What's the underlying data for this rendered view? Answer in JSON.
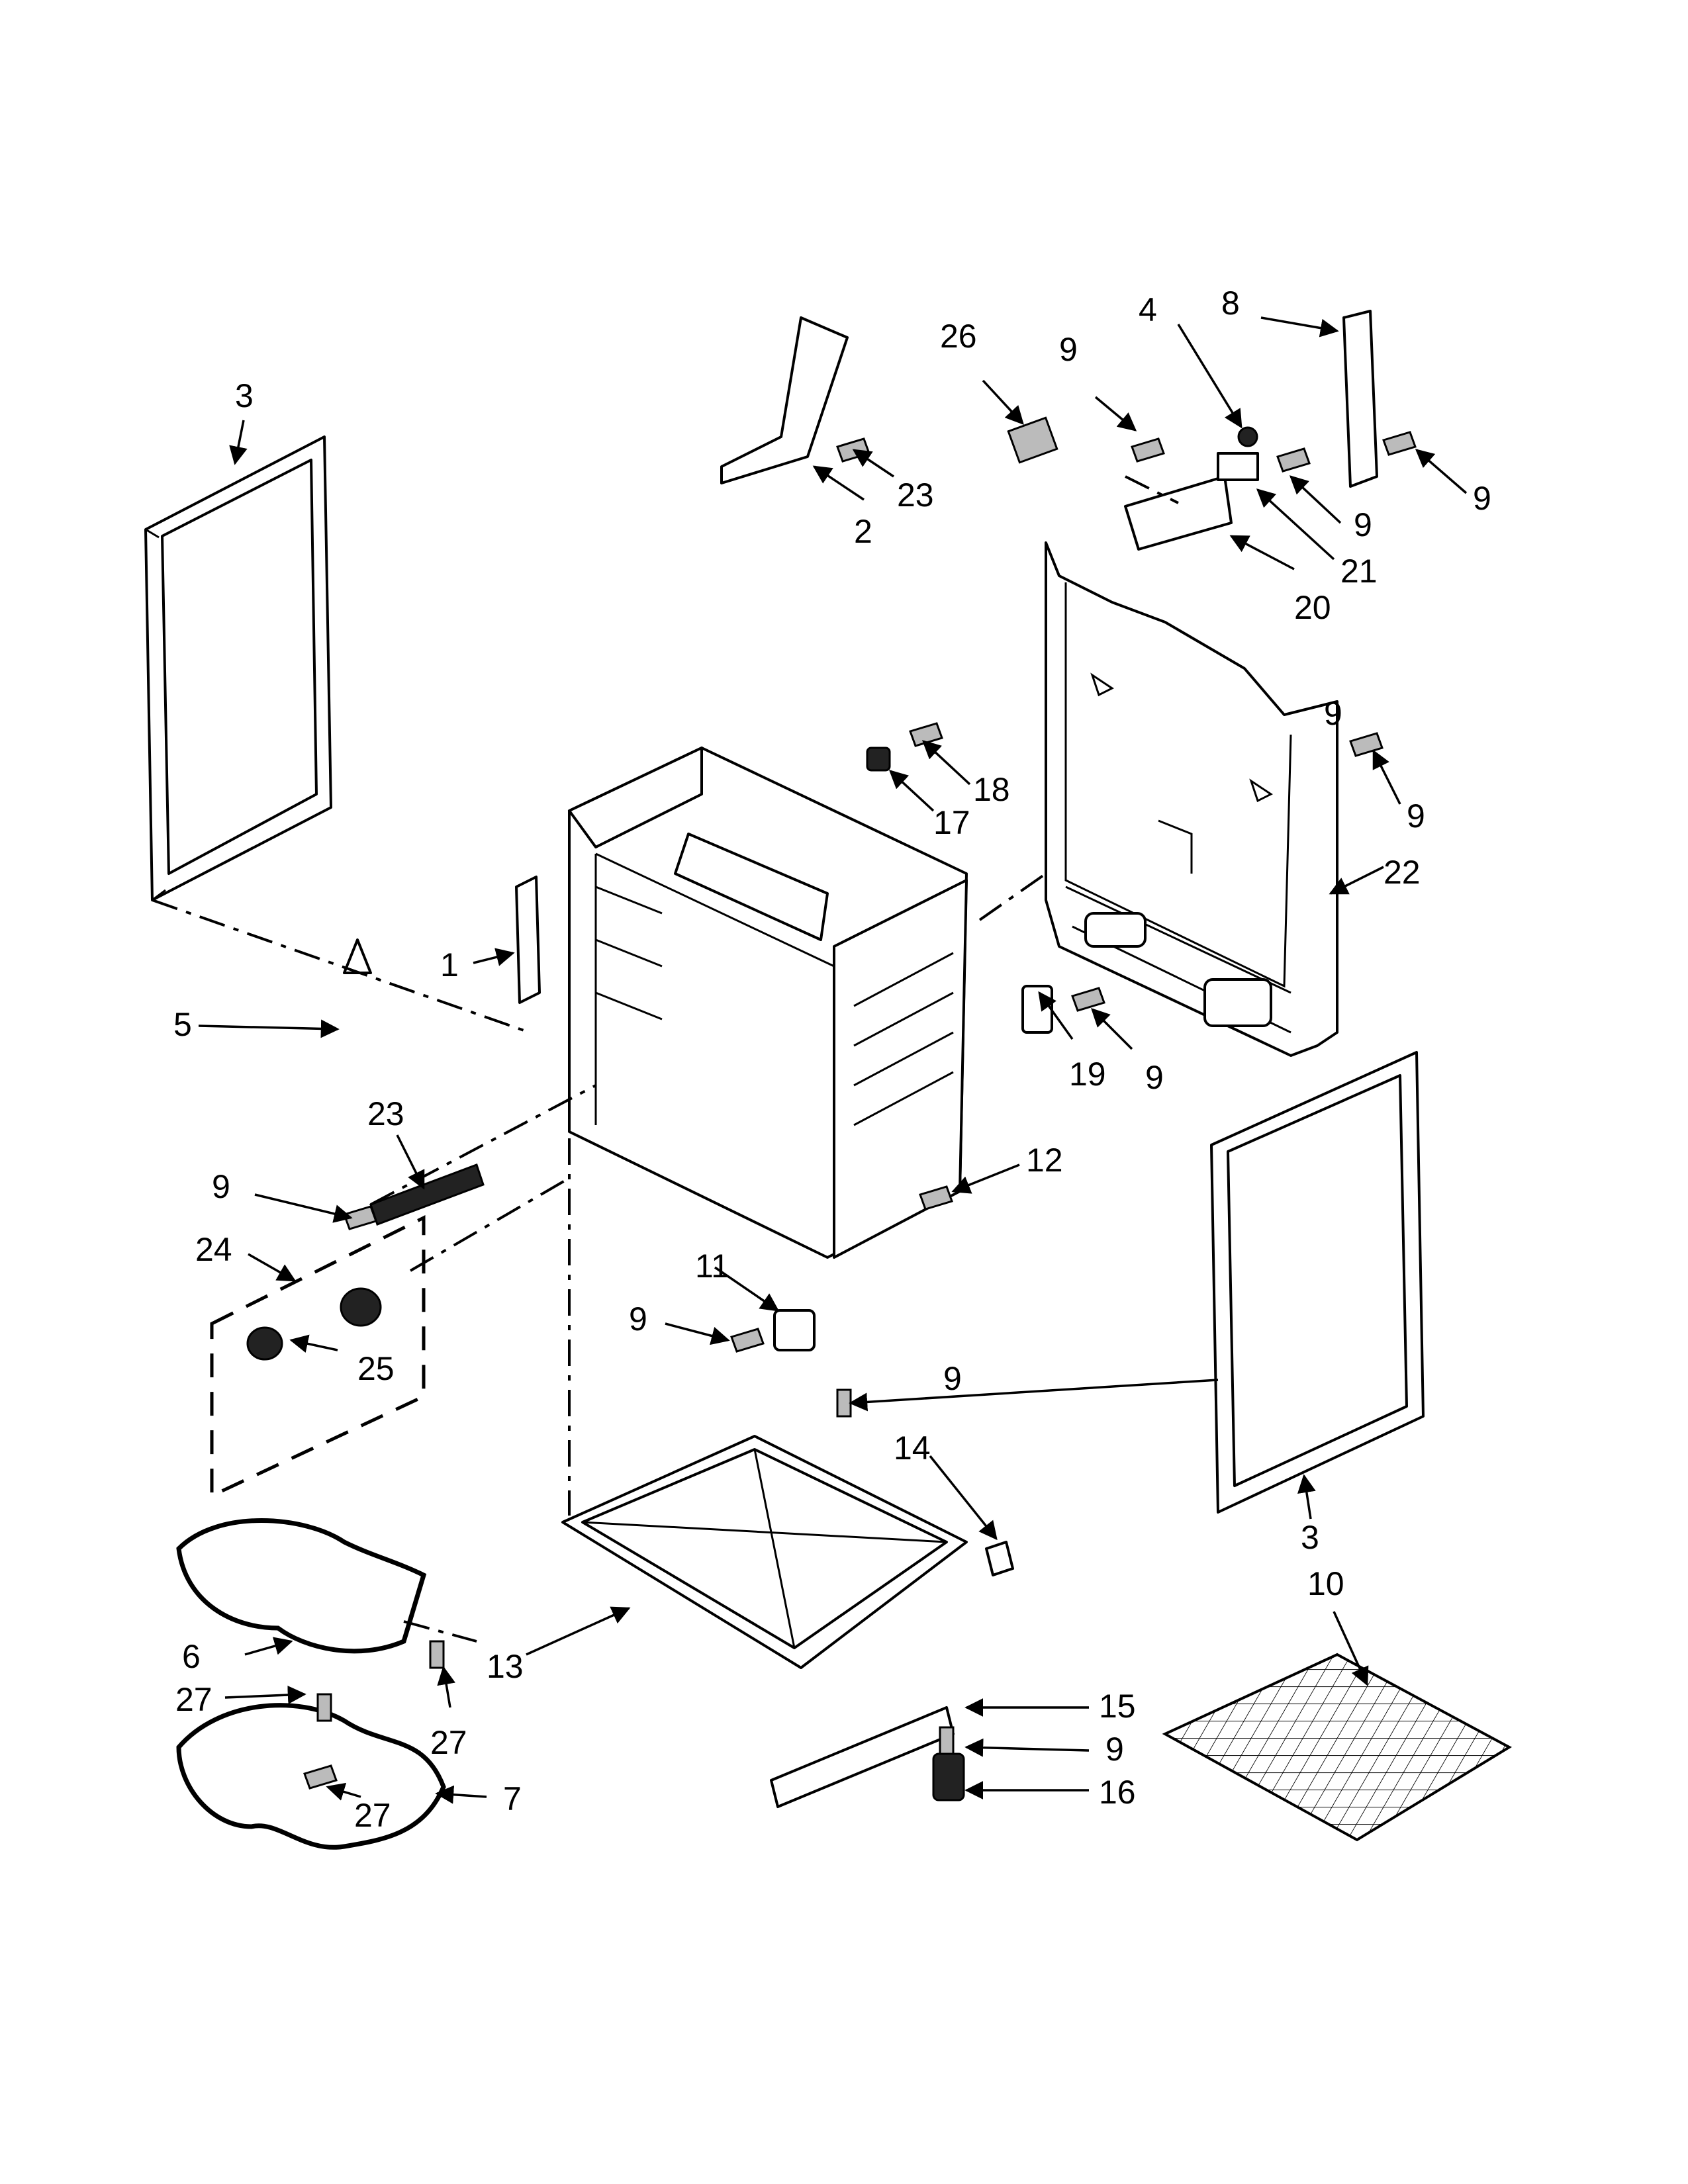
{
  "callouts": {
    "c1": "1",
    "c2": "2",
    "c3a": "3",
    "c3b": "3",
    "c4": "4",
    "c5": "5",
    "c6": "6",
    "c7": "7",
    "c8": "8",
    "c9a": "9",
    "c9b": "9",
    "c9c": "9",
    "c9d": "9",
    "c9e": "9",
    "c9f": "9",
    "c9g": "9",
    "c9h": "9",
    "c9i": "9",
    "c9j": "9",
    "c10": "10",
    "c11": "11",
    "c12": "12",
    "c13": "13",
    "c14": "14",
    "c15": "15",
    "c16": "16",
    "c17": "17",
    "c18": "18",
    "c19": "19",
    "c20": "20",
    "c21": "21",
    "c22": "22",
    "c23a": "23",
    "c23b": "23",
    "c24": "24",
    "c25": "25",
    "c26": "26",
    "c27a": "27",
    "c27b": "27",
    "c27c": "27"
  },
  "colors": {
    "line": "#000000",
    "background": "#ffffff",
    "fill_dark": "#222222",
    "fill_grey": "#bbbbbb"
  }
}
